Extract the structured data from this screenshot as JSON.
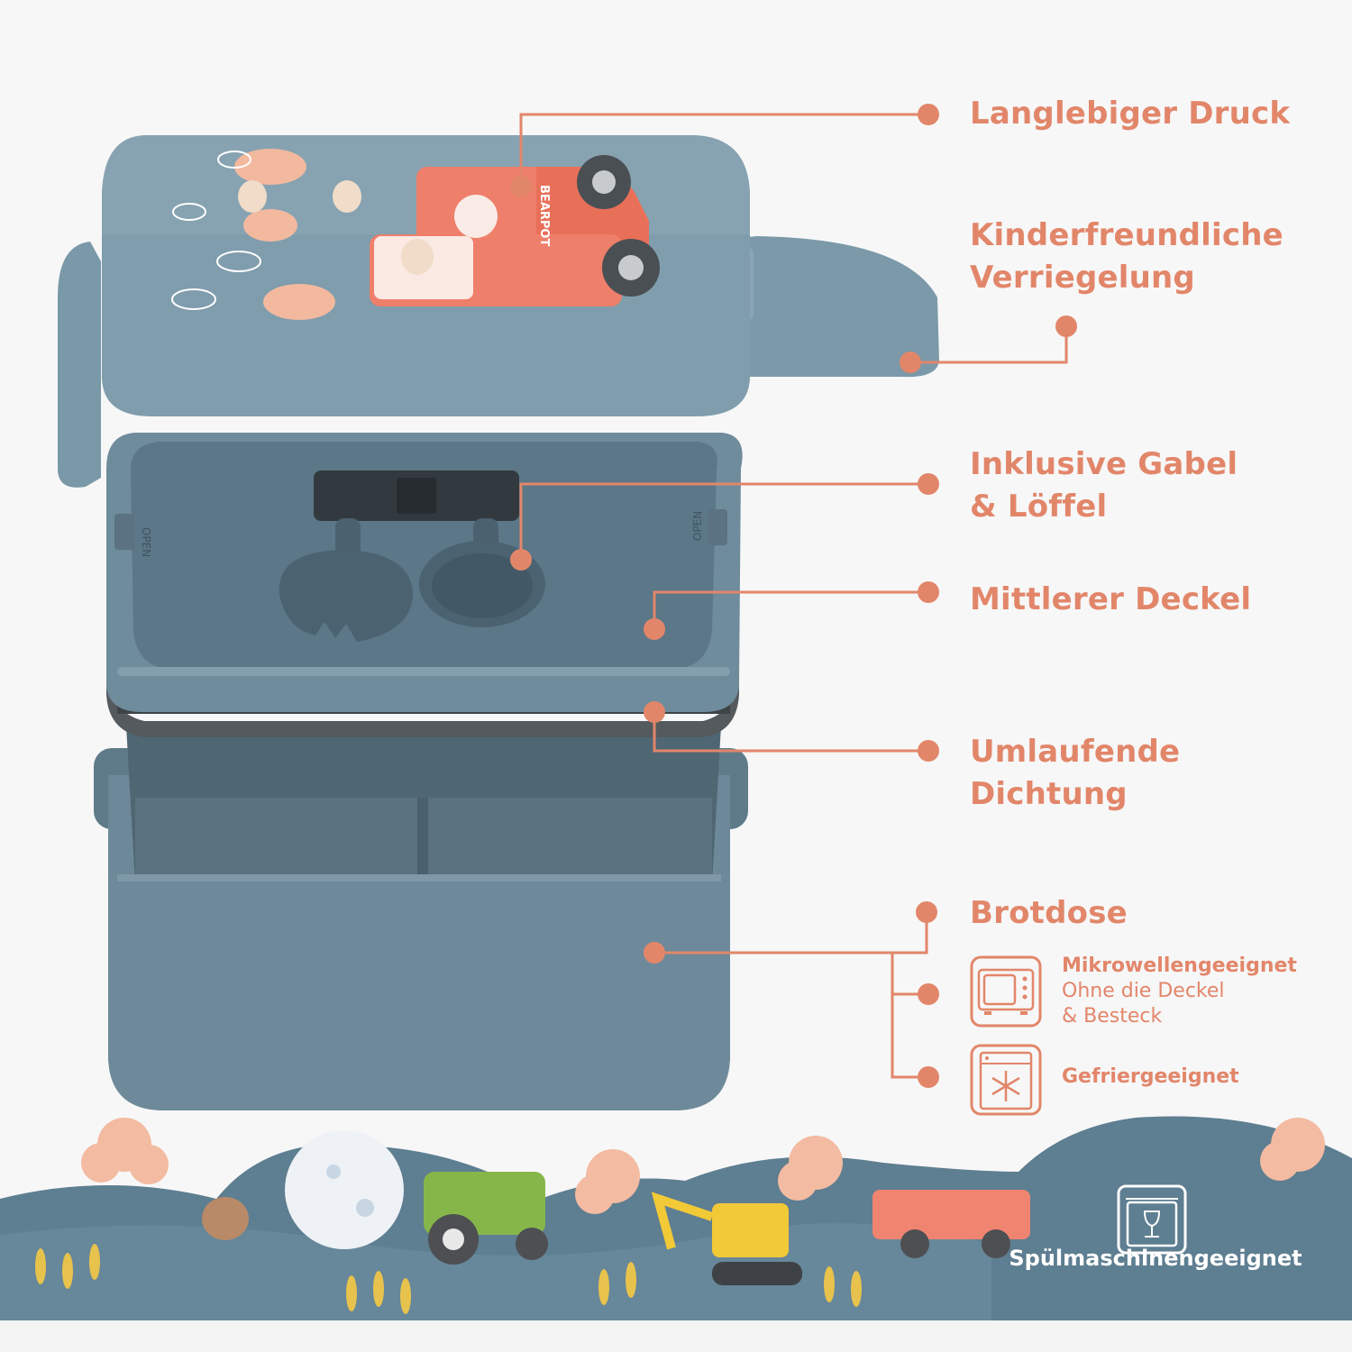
{
  "features": [
    {
      "id": "print",
      "lines": [
        "Langlebiger Druck"
      ]
    },
    {
      "id": "lock",
      "lines": [
        "Kinderfreundliche",
        "Verriegelung"
      ]
    },
    {
      "id": "cutlery",
      "lines": [
        "Inklusive Gabel",
        "& Löffel"
      ]
    },
    {
      "id": "middle-lid",
      "lines": [
        "Mittlerer Deckel"
      ]
    },
    {
      "id": "seal",
      "lines": [
        "Umlaufende",
        "Dichtung"
      ]
    },
    {
      "id": "box",
      "lines": [
        "Brotdose"
      ]
    }
  ],
  "properties": {
    "microwave": {
      "title": "Mikrowellengeeignet",
      "note_lines": [
        "Ohne die Deckel",
        "& Besteck"
      ],
      "icon": "microwave-icon"
    },
    "freezer": {
      "title": "Gefriergeeignet",
      "icon": "freezer-icon"
    }
  },
  "dishwasher": {
    "label": "Spülmaschinengeeignet",
    "icon": "dishwasher-icon"
  },
  "product": {
    "brand_print": "BEARPOT",
    "side_mark": "OPEN"
  },
  "colors": {
    "accent": "#e2866a",
    "box_blue": "#6b8796",
    "lid_blue": "#7d9bab",
    "hills": "#5e7e91",
    "background": "#f7f7f7"
  }
}
